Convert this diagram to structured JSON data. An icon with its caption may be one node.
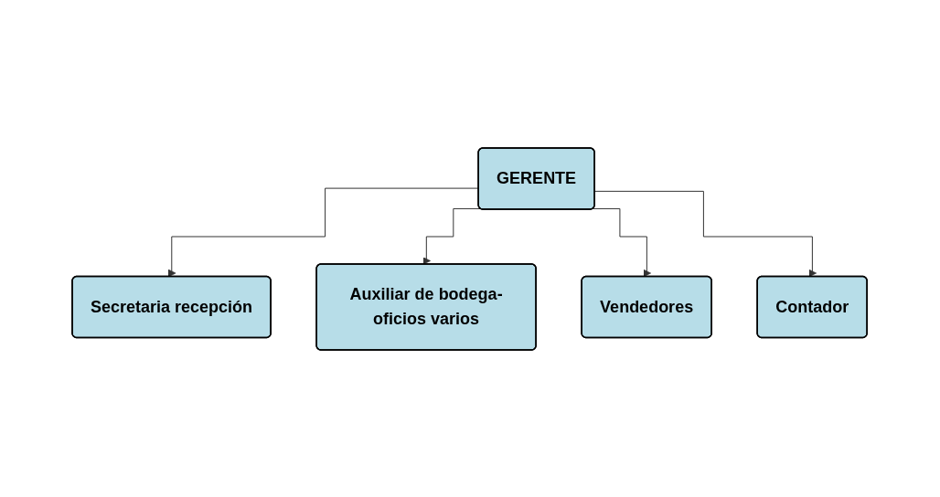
{
  "diagram": {
    "nodes": [
      {
        "text": [
          "GERENTE"
        ]
      },
      {
        "text": [
          "Secretaria recepción"
        ]
      },
      {
        "text": [
          "Vendedores"
        ]
      },
      {
        "text": [
          "Contador"
        ]
      },
      {
        "text": [
          "Auxiliar de bodega-oficios varios"
        ]
      }
    ],
    "edges": [
      {
        "from": 0,
        "to": 1,
        "arrow": "to"
      },
      {
        "from": 0,
        "to": 4,
        "arrow": "to"
      },
      {
        "from": 0,
        "to": 2,
        "arrow": "to"
      },
      {
        "from": 0,
        "to": 3,
        "arrow": "to"
      }
    ]
  }
}
